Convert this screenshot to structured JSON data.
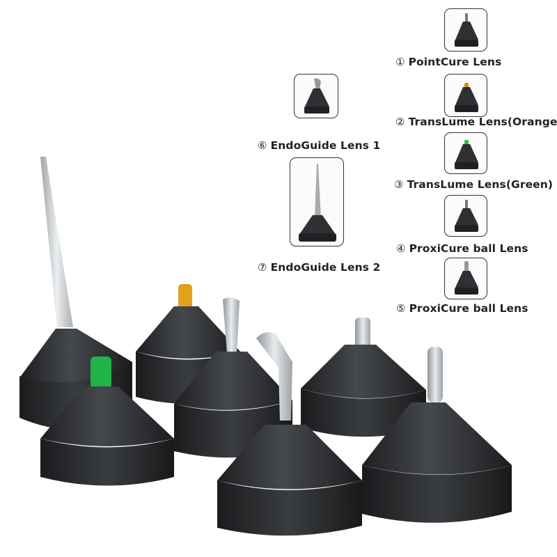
{
  "image": {
    "description_items": [
      {
        "id": 1,
        "num": "①",
        "name": "PointCure Lens",
        "tip_color": "#666666"
      },
      {
        "id": 2,
        "num": "②",
        "name": "TransLume Lens(Orange)",
        "tip_color": "#d98a1a"
      },
      {
        "id": 3,
        "num": "③",
        "name": "TransLume Lens(Green)",
        "tip_color": "#2bbd4a"
      },
      {
        "id": 4,
        "num": "④",
        "name": "ProxiCure ball Lens",
        "tip_color": "#777777"
      },
      {
        "id": 5,
        "num": "⑤",
        "name": "ProxiCure ball Lens",
        "tip_color": "#888888"
      },
      {
        "id": 6,
        "num": "⑥",
        "name": "EndoGuide Lens 1",
        "tip_color": "#999999"
      },
      {
        "id": 7,
        "num": "⑦",
        "name": "EndoGuide Lens 2",
        "tip_color": "#aaaaaa"
      }
    ],
    "colors": {
      "base": "#2e3033",
      "base_dark": "#1f2022",
      "base_light": "#4a4d51",
      "orange_tip": "#e0a21a",
      "green_tip": "#22b24a",
      "clear_tip": "#c9cdd0"
    }
  }
}
